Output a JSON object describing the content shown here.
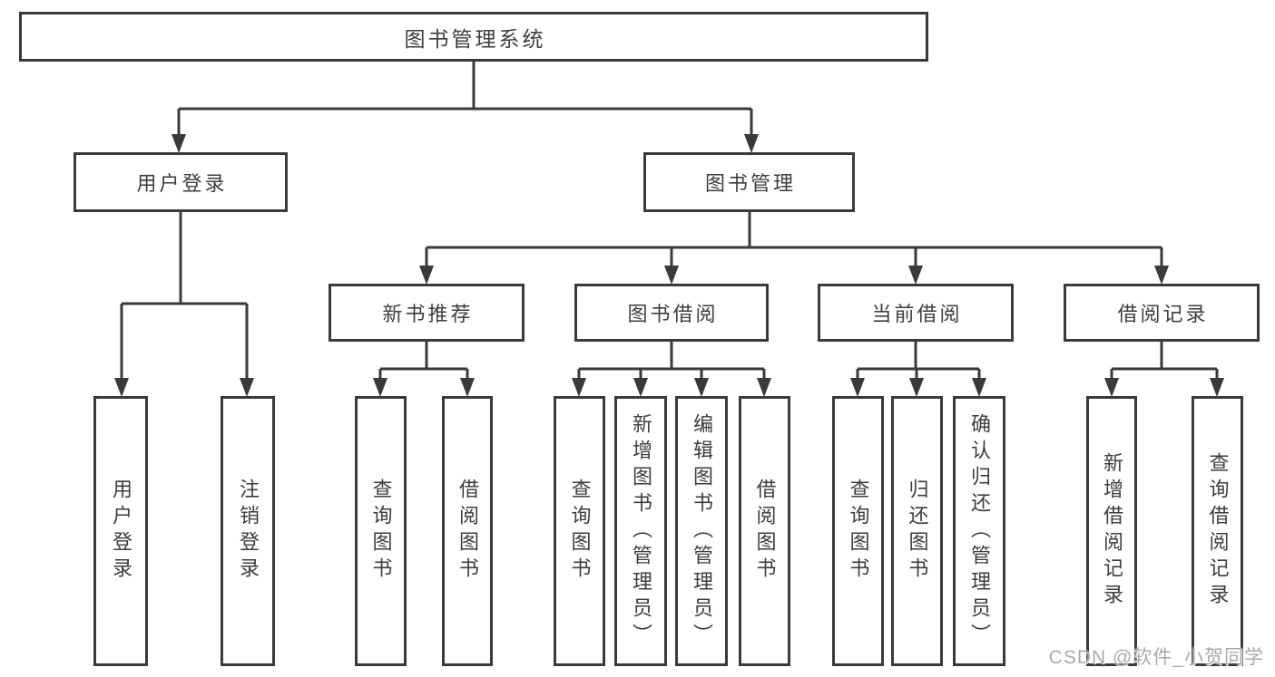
{
  "diagram_type": "hierarchy-tree",
  "tree": {
    "root": {
      "label": "图书管理系统",
      "children": [
        {
          "label": "用户登录",
          "children": [
            {
              "label": "用户登录"
            },
            {
              "label": "注销登录"
            }
          ]
        },
        {
          "label": "图书管理",
          "children": [
            {
              "label": "新书推荐",
              "children": [
                {
                  "label": "查询图书"
                },
                {
                  "label": "借阅图书"
                }
              ]
            },
            {
              "label": "图书借阅",
              "children": [
                {
                  "label": "查询图书"
                },
                {
                  "label": "新增图书（管理员）"
                },
                {
                  "label": "编辑图书（管理员）"
                },
                {
                  "label": "借阅图书"
                }
              ]
            },
            {
              "label": "当前借阅",
              "children": [
                {
                  "label": "查询图书"
                },
                {
                  "label": "归还图书"
                },
                {
                  "label": "确认归还（管理员）"
                }
              ]
            },
            {
              "label": "借阅记录",
              "children": [
                {
                  "label": "新增借阅记录"
                },
                {
                  "label": "查询借阅记录"
                }
              ]
            }
          ]
        }
      ]
    }
  },
  "watermark": {
    "text": "CSDN @软件_小贺同学"
  },
  "colors": {
    "line": "#3a3a3a",
    "text": "#3d3d3d",
    "box_background": "#ffffff",
    "watermark": "#a9a9a9"
  }
}
